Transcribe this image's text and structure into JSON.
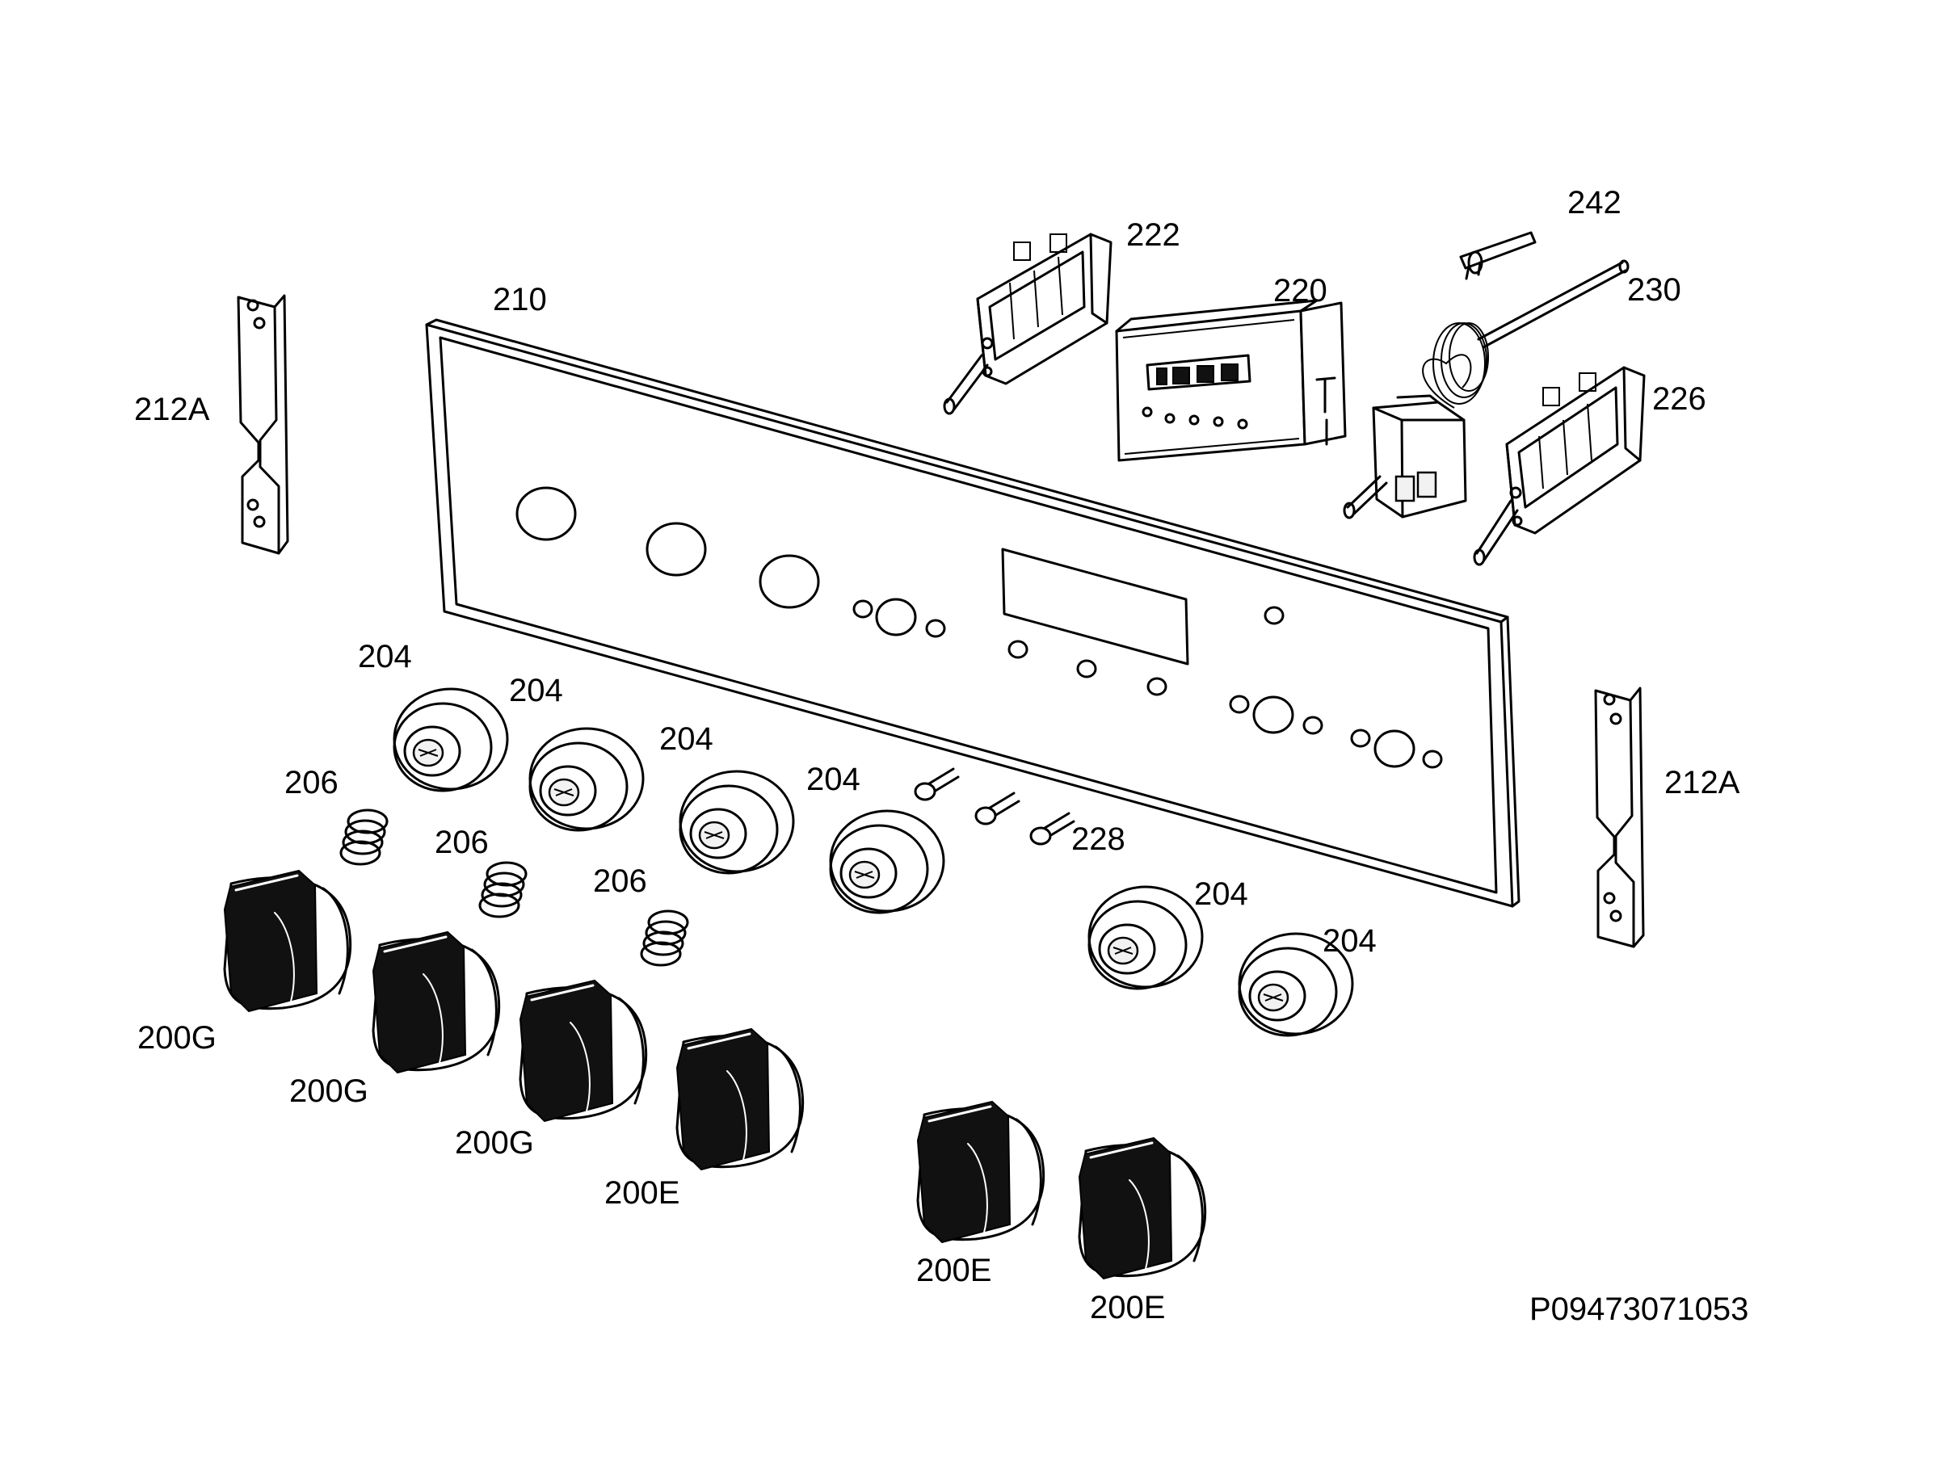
{
  "diagram_code": "P09473071053",
  "labels": {
    "l210": "210",
    "l212a_left": "212A",
    "l212a_right": "212A",
    "l222": "222",
    "l220": "220",
    "l242": "242",
    "l230": "230",
    "l226": "226",
    "l204_1": "204",
    "l204_2": "204",
    "l204_3": "204",
    "l204_4": "204",
    "l204_5": "204",
    "l204_6": "204",
    "l206_1": "206",
    "l206_2": "206",
    "l206_3": "206",
    "l228": "228",
    "l200g_1": "200G",
    "l200g_2": "200G",
    "l200g_3": "200G",
    "l200e_1": "200E",
    "l200e_2": "200E",
    "l200e_3": "200E"
  }
}
